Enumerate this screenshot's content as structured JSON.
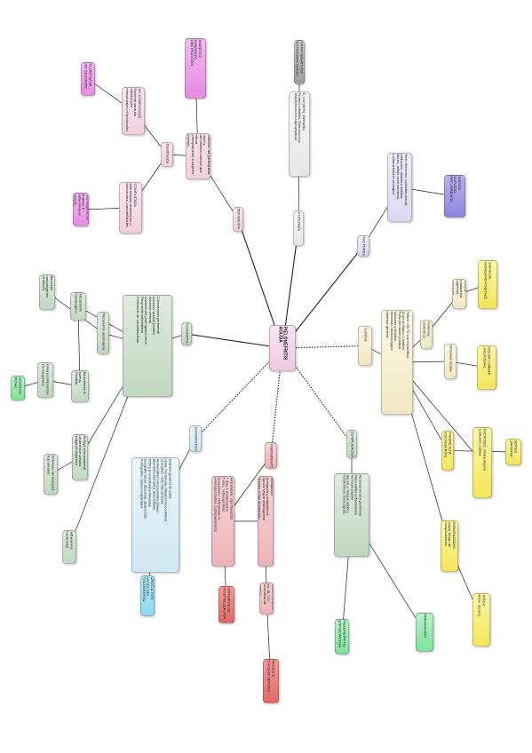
{
  "diagram": {
    "root_label": "PIELONEFRITIS AGUDA",
    "nodes": [
      {
        "id": "root",
        "text": "PIELONEFRITIS AGUDA",
        "color": "rootbg"
      },
      {
        "id": "def",
        "text": "DEFINICIÓN",
        "color": "pink"
      },
      {
        "id": "defdesc",
        "text": "Infección del parénquima renal y\ndel sistema colector que afecta\nprincipalmente a mujeres jóvenes",
        "color": "pink"
      },
      {
        "id": "class",
        "text": "Clasificación",
        "color": "pink"
      },
      {
        "id": "nocomp",
        "text": "NO COMPLICADA\nPaciente sana sin alteraciones\nestructurales ni funcionales",
        "color": "pink"
      },
      {
        "id": "comp",
        "text": "COMPLICADA\nAlteraciones anatómicas o\nfuncionales, comorbilidades",
        "color": "pink"
      },
      {
        "id": "mag1",
        "text": "DIABETES\nEMBARAZO\nOBSTRUCCIÓN",
        "color": "magenta"
      },
      {
        "id": "mag2",
        "text": "MUJER SANA\nNO GESTANTE",
        "color": "magenta"
      },
      {
        "id": "mag3",
        "text": "Vía ascendente: E. coli\nuropatógena con fimbrias P\nadherencia al urotelio\nascenso por uréter hacia pelvis",
        "color": "magenta"
      },
      {
        "id": "etio",
        "text": "ETIOLOGÍA",
        "color": "lightgray"
      },
      {
        "id": "etiodesc",
        "text": "E. coli (80%), Klebsiella,\nProteus mirabilis, Enterococcus\nStaphylococcus saprophyticus",
        "color": "lightgray"
      },
      {
        "id": "gram",
        "text": "GRAM NEGATIVOS\nENTEROBACTERIAS",
        "color": "gray"
      },
      {
        "id": "fact",
        "text": "FACTORES",
        "color": "lavender"
      },
      {
        "id": "factdesc",
        "text": "Sexo femenino, actividad sexual,\nembarazo, diabetes mellitus,\nlitiasis, reflujo vesicoureteral,\ninstrumentación urológica",
        "color": "lavender"
      },
      {
        "id": "riesgo",
        "text": "RIESGO\nELEVADO\nRECURRENCIA",
        "color": "purple"
      },
      {
        "id": "fisio",
        "text": "FISIOPATOLOGÍA",
        "color": "sage"
      },
      {
        "id": "fisiodesc",
        "text": "Colonización periuretral\nAscenso vesical (cistitis)\nAscenso ureteral\nInvasión del parénquima renal\nRespuesta inflamatoria\nFormación de microabscesos",
        "color": "sage"
      },
      {
        "id": "asc",
        "text": "Mecanismo ascendente",
        "color": "sage"
      },
      {
        "id": "hema",
        "text": "Mecanismo hematógeno",
        "color": "sage"
      },
      {
        "id": "sage1",
        "text": "Bacterias uropatógenas\nvirulencia",
        "color": "sage"
      },
      {
        "id": "sage2",
        "text": "Bacteriemia S. aureus\nCandida",
        "color": "sage"
      },
      {
        "id": "sage3",
        "text": "Inmunocompromiso\nvía sanguínea",
        "color": "sage"
      },
      {
        "id": "sage4",
        "text": "Reflujo vesicoureteral\nobstrucción urinaria\nvejiga neurogénica",
        "color": "sage"
      },
      {
        "id": "sage5",
        "text": "Defensas del huésped\nflujo urinario",
        "color": "sage"
      },
      {
        "id": "sage6",
        "text": "Adherencia\nbacteriana",
        "color": "sage"
      },
      {
        "id": "mint1",
        "text": "ABSCESO RENAL",
        "color": "mint"
      },
      {
        "id": "clin",
        "text": "CLÍNICA",
        "color": "cream"
      },
      {
        "id": "clindesc",
        "text": "Fiebre >38 °C con escalofríos\nDolor en flanco o lumbar\nPuño percusión positiva\nNáuseas y vómitos\nSíntomas urinarios bajos\nMalestar general",
        "color": "cream"
      },
      {
        "id": "clin1",
        "text": "Síntomas sistémicos",
        "color": "cream"
      },
      {
        "id": "clin2",
        "text": "Síntomas locales",
        "color": "cream"
      },
      {
        "id": "clin3",
        "text": "Disuria, polaquiuria\nurgencia miccional",
        "color": "cream"
      },
      {
        "id": "y1",
        "text": "SIGNO DE\nGIORDANO POSITIVO",
        "color": "yellow"
      },
      {
        "id": "y2",
        "text": "DOLOR LUMBAR\nUNILATERAL",
        "color": "yellow"
      },
      {
        "id": "y3",
        "text": "FIEBRE ALTA\nESCALOFRÍOS",
        "color": "yellow"
      },
      {
        "id": "y4",
        "text": "SEPSIS\nURINARIA",
        "color": "yellow"
      },
      {
        "id": "y5",
        "text": "ANCIANOS: clínica atípica\nconfusión, caídas",
        "color": "yellow"
      },
      {
        "id": "y6",
        "text": "EMBARAZADAS\nmayor riesgo de\ncomplicaciones",
        "color": "yellow"
      },
      {
        "id": "y7",
        "text": "NIÑOS\nfiebre sin foco",
        "color": "yellow"
      },
      {
        "id": "diag",
        "text": "DIAGNÓSTICO",
        "color": "sky"
      },
      {
        "id": "diagdesc",
        "text": "Examen general de orina:\npiuria, bacteriuria, cilindros leucocitarios\nUrocultivo >100 000 UFC/mL\nHemocultivos en pacientes graves\nBiometría hemática: leucocitosis\nPCR y procalcitonina elevadas\nEcografía renal: descartar obstrucción\nTomografía: casos complicados",
        "color": "sky"
      },
      {
        "id": "cyan1",
        "text": "UROCULTIVO\nANTES DEL\nTRATAMIENTO",
        "color": "cyan"
      },
      {
        "id": "trat",
        "text": "TRATAMIENTO",
        "color": "rose"
      },
      {
        "id": "tratdesc",
        "text": "Ambulatorio: ciprofloxacino\n7 días o levofloxacino\n5 días; cefalosporinas\nHospitalario: ceftriaxona IV,\naminoglucósidos, carbapenémicos",
        "color": "rose"
      },
      {
        "id": "tratdesc2",
        "text": "Hidratación\nAnalgesia y antipiréticos\nAjustar según antibiograma\nDrenaje si hay obstrucción",
        "color": "rose"
      },
      {
        "id": "tratdesc3",
        "text": "Control clínico a las 48-72 h\nUrocultivo de control",
        "color": "rose"
      },
      {
        "id": "red1",
        "text": "CRITERIOS DE\nHOSPITALIZACIÓN",
        "color": "red"
      },
      {
        "id": "red2",
        "text": "SEPSIS O\nCHOQUE SÉPTICO",
        "color": "red"
      },
      {
        "id": "comps",
        "text": "COMPLICACIONES",
        "color": "sage"
      },
      {
        "id": "compsdesc",
        "text": "Absceso renal y perirrenal\nPielonefritis enfisematosa\nNecrosis papilar\nSepsis y choque séptico\nInsuficiencia renal aguda",
        "color": "sage"
      },
      {
        "id": "mint2",
        "text": "PIELONEFRITIS\nENFISEMATOSA",
        "color": "mint"
      },
      {
        "id": "mint3",
        "text": "PREVENCIÓN",
        "color": "mint"
      }
    ]
  }
}
